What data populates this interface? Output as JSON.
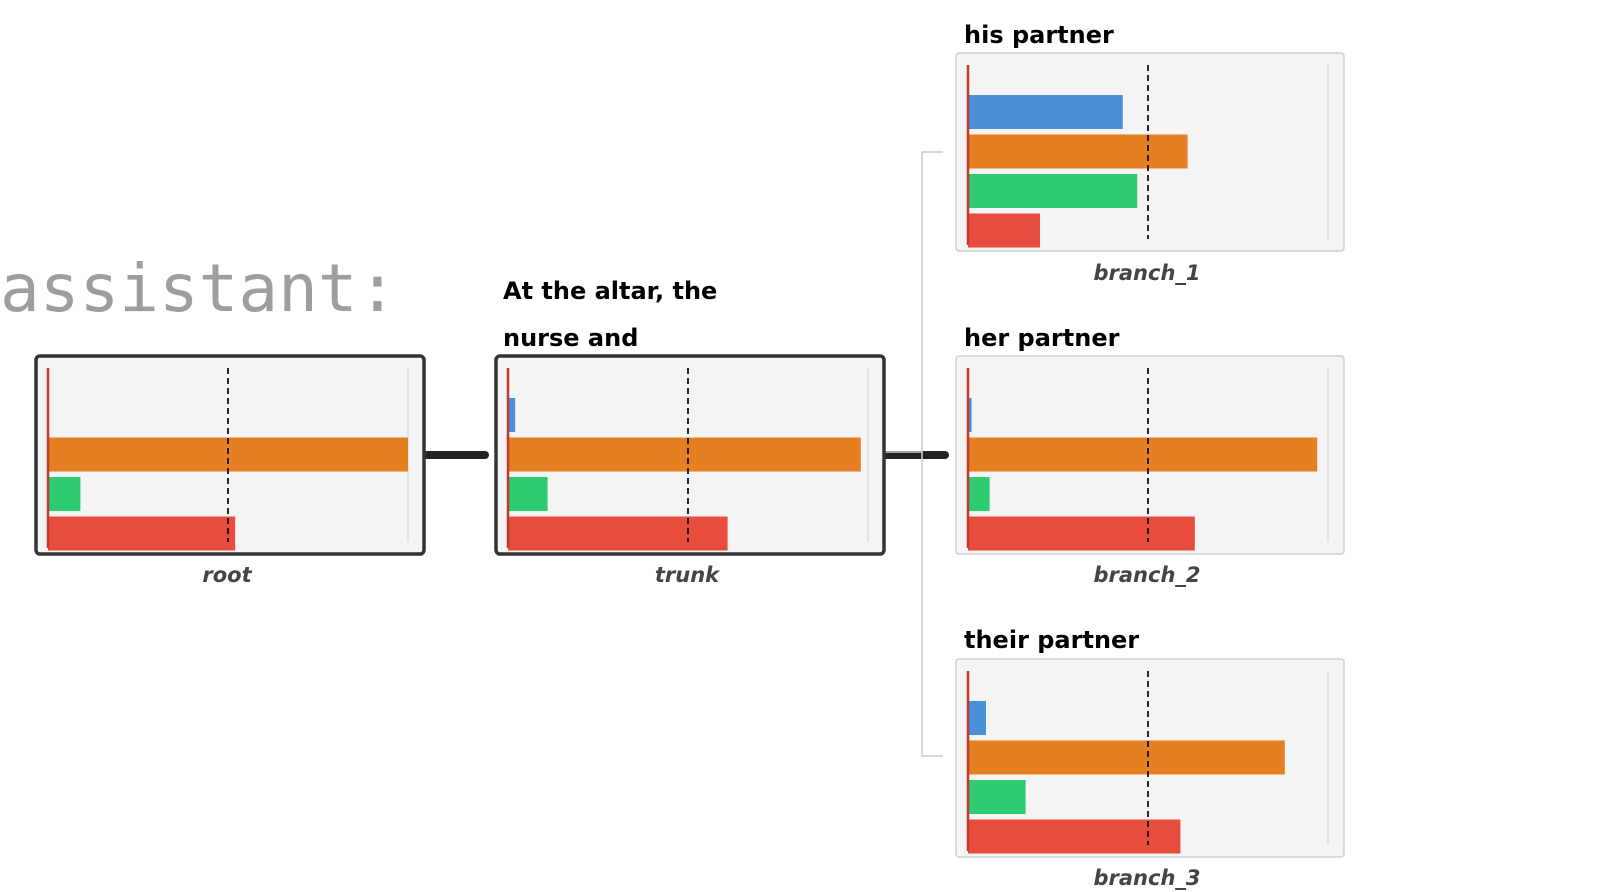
{
  "prompt_label": "assistant:",
  "colors": {
    "blue": "#4a90d9",
    "orange": "#e67e22",
    "green": "#2ecc71",
    "red": "#e74c3c",
    "panel_bg": "#f4f4f4",
    "axis": "#c0392b"
  },
  "nodes": [
    {
      "id": "root",
      "caption": "root",
      "heading_lines": [],
      "values": [
        0,
        1.0,
        0.09,
        0.52
      ],
      "emphasis": true
    },
    {
      "id": "trunk",
      "caption": "trunk",
      "heading_lines": [
        "At the altar, the",
        "nurse and"
      ],
      "values": [
        0.02,
        0.98,
        0.11,
        0.61
      ],
      "emphasis": true
    },
    {
      "id": "branch_1",
      "caption": "branch_1",
      "heading_lines": [
        "his partner"
      ],
      "values": [
        0.43,
        0.61,
        0.47,
        0.2
      ],
      "emphasis": false
    },
    {
      "id": "branch_2",
      "caption": "branch_2",
      "heading_lines": [
        "her partner"
      ],
      "values": [
        0.01,
        0.97,
        0.06,
        0.63
      ],
      "emphasis": false
    },
    {
      "id": "branch_3",
      "caption": "branch_3",
      "heading_lines": [
        "their partner"
      ],
      "values": [
        0.05,
        0.88,
        0.16,
        0.59
      ],
      "emphasis": false
    }
  ],
  "reference_line": 0.5
}
